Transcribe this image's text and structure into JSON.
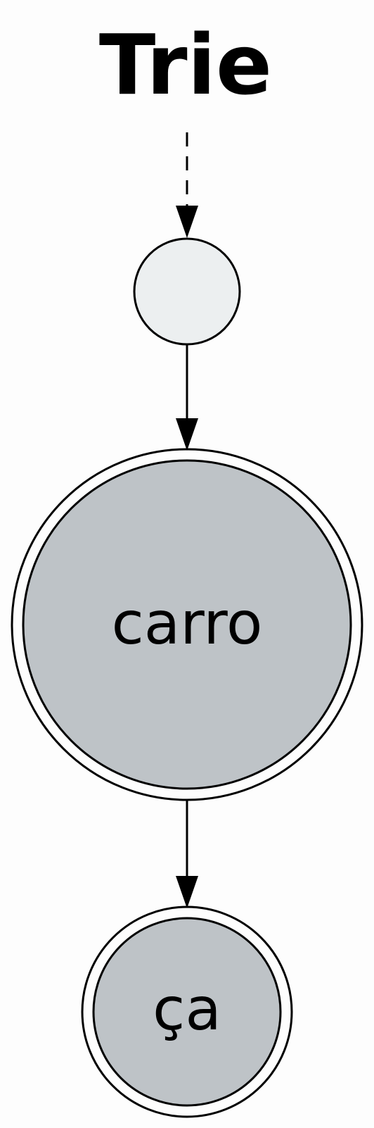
{
  "title": "Trie",
  "nodes": [
    {
      "id": "root",
      "label": "",
      "terminal": false
    },
    {
      "id": "n1",
      "label": "carro",
      "terminal": true
    },
    {
      "id": "n2",
      "label": "ça",
      "terminal": true
    }
  ],
  "edges": [
    {
      "from": "start",
      "to": "root",
      "style": "dashed"
    },
    {
      "from": "root",
      "to": "n1",
      "style": "solid"
    },
    {
      "from": "n1",
      "to": "n2",
      "style": "solid"
    }
  ],
  "colors": {
    "background": "#fdfdfd",
    "root_fill": "#eceff0",
    "terminal_fill": "#bec3c7",
    "stroke": "#000000"
  }
}
